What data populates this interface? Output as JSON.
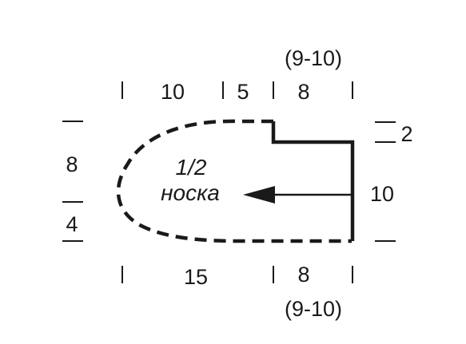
{
  "center_label": {
    "line1": "1/2",
    "line2": "носка"
  },
  "top_dimensions": {
    "segment_1": "10",
    "segment_2": "5",
    "segment_3": "8",
    "segment_3_alt": "(9-10)"
  },
  "bottom_dimensions": {
    "segment_1": "15",
    "segment_2": "8",
    "segment_2_alt": "(9-10)"
  },
  "left_dimensions": {
    "upper": "8",
    "lower": "4"
  },
  "right_dimensions": {
    "upper": "2",
    "lower": "10"
  },
  "colors": {
    "ink": "#1a1a1a",
    "background": "#ffffff"
  }
}
